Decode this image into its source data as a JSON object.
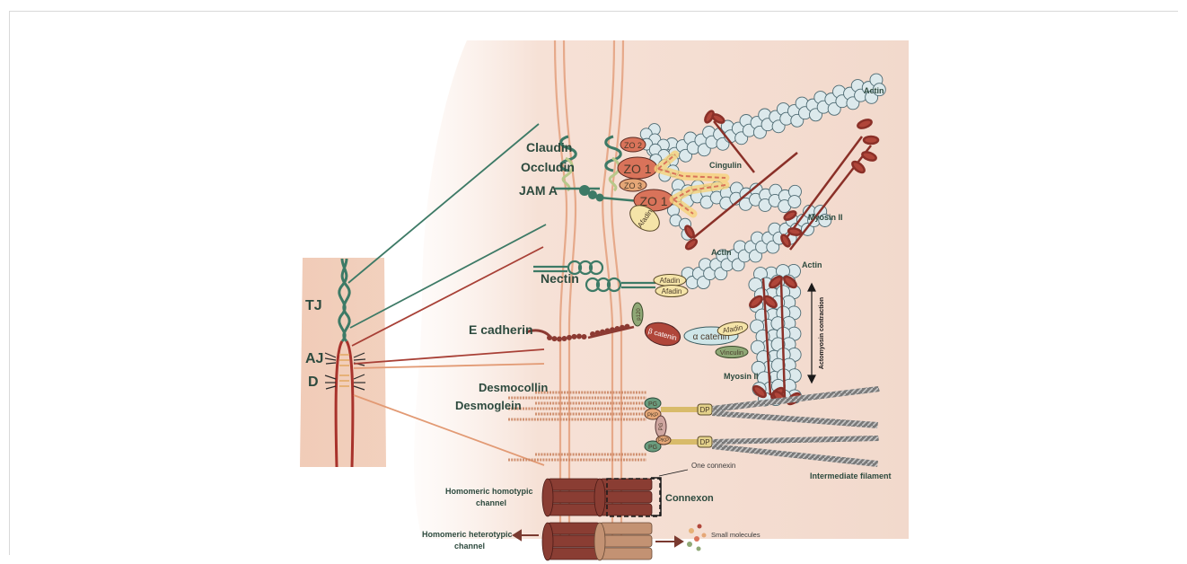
{
  "labels": {
    "tj": "TJ",
    "aj": "AJ",
    "d": "D",
    "claudin": "Claudin",
    "occludin": "Occludin",
    "jam_a": "JAM A",
    "nectin": "Nectin",
    "e_cadherin": "E cadherin",
    "desmocollin": "Desmocollin",
    "desmoglein": "Desmoglein",
    "actin_top": "Actin",
    "actin_mid": "Actin",
    "actin_right": "Actin",
    "cingulin": "Cingulin",
    "myosin_top": "Myosin II",
    "myosin_mid": "Myosin II",
    "actomyosin": "Actomyosin contraction",
    "intermediate_filament": "Intermediate filament",
    "one_connexin": "One connexin",
    "connexon": "Connexon",
    "homotypic_1": "Homomeric homotypic",
    "homotypic_2": "channel",
    "heterotypic_1": "Homomeric heterotypic",
    "heterotypic_2": "channel",
    "small_molecules": "Small molecules"
  },
  "proteins": {
    "zo2": "ZO 2",
    "zo1_top": "ZO 1",
    "zo3": "ZO 3",
    "zo1_bottom": "ZO 1",
    "afadin_tj": "Afadin",
    "afadin_nectin_1": "Afadin",
    "afadin_nectin_2": "Afadin",
    "p120": "p120",
    "beta_catenin": "β catenin",
    "alpha_catenin": "α catenin",
    "afadin_aj": "Afadin",
    "vinculin": "Vinculin",
    "pg_1": "PG",
    "pkp_1": "PKP",
    "pg_2": "PG",
    "pkp_2": "PKP",
    "pg_3": "PG",
    "dp_1": "DP",
    "dp_2": "DP"
  },
  "colors": {
    "membrane": "#e6a98a",
    "tj_green": "#3d7a66",
    "occludin": "#b8c88a",
    "cadherin": "#8c3a32",
    "myosin": "#b0463a",
    "actin_fill": "#dce9ec",
    "actin_stroke": "#4d6a72",
    "zo1": "#d9735a",
    "zo_light": "#e5a777",
    "afadin": "#f5e4a8",
    "alpha_catenin": "#cfe6e8",
    "vinculin": "#8fa876",
    "pg": "#6a9c7e",
    "dp": "#e3d18a",
    "filament": "#6e6e6e",
    "desmosome": "#c9825e",
    "connexin_dark": "#8a3d33",
    "connexin_light": "#c39273"
  }
}
